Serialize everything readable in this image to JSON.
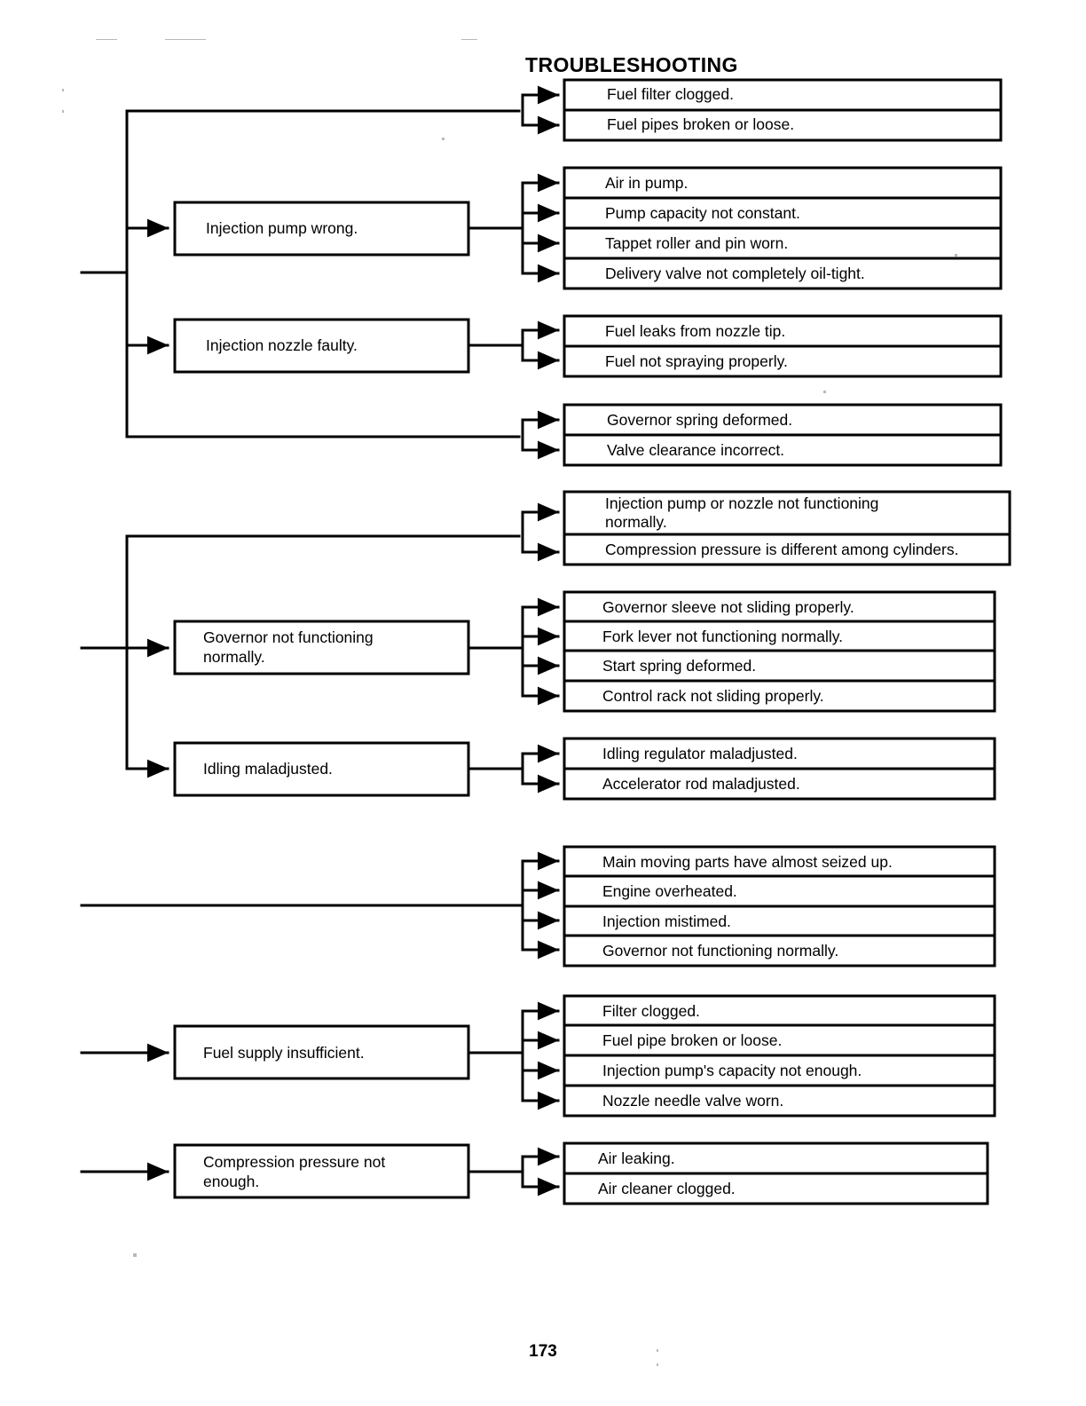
{
  "document": {
    "title": "TROUBLESHOOTING",
    "page_number": "173"
  },
  "diagram": {
    "type": "troubleshooting-flow",
    "groups": [
      {
        "id": "group-1",
        "cause_label": null,
        "items": [
          "Fuel filter clogged.",
          "Fuel pipes broken or loose."
        ]
      },
      {
        "id": "group-2",
        "cause_label": "Injection pump wrong.",
        "items": [
          "Air in pump.",
          "Pump capacity not constant.",
          "Tappet roller and pin worn.",
          "Delivery valve not completely oil-tight."
        ]
      },
      {
        "id": "group-3",
        "cause_label": "Injection nozzle faulty.",
        "items": [
          "Fuel leaks from nozzle tip.",
          "Fuel not spraying properly."
        ]
      },
      {
        "id": "group-4",
        "cause_label": null,
        "items": [
          "Governor spring deformed.",
          "Valve clearance incorrect."
        ]
      },
      {
        "id": "group-5",
        "cause_label": null,
        "items": [
          "Injection pump or nozzle not functioning normally.",
          "Compression pressure is different among cylinders."
        ]
      },
      {
        "id": "group-6",
        "cause_label": "Governor not functioning normally.",
        "items": [
          "Governor sleeve not sliding properly.",
          "Fork lever not functioning normally.",
          "Start spring deformed.",
          "Control rack not sliding properly."
        ]
      },
      {
        "id": "group-7",
        "cause_label": "Idling maladjusted.",
        "items": [
          "Idling regulator maladjusted.",
          "Accelerator rod maladjusted."
        ]
      },
      {
        "id": "group-8",
        "cause_label": null,
        "items": [
          "Main moving parts have almost seized up.",
          "Engine overheated.",
          "Injection mistimed.",
          "Governor not functioning normally."
        ]
      },
      {
        "id": "group-9",
        "cause_label": "Fuel supply insufficient.",
        "items": [
          "Filter clogged.",
          "Fuel pipe broken or loose.",
          "Injection pump's capacity not enough.",
          "Nozzle needle valve worn."
        ]
      },
      {
        "id": "group-10",
        "cause_label": "Compression pressure not enough.",
        "items": [
          "Air leaking.",
          "Air cleaner clogged."
        ]
      }
    ]
  },
  "text": {
    "g1_i0": "Fuel filter clogged.",
    "g1_i1": "Fuel pipes broken or loose.",
    "g2_cause": "Injection pump wrong.",
    "g2_i0": "Air in pump.",
    "g2_i1": "Pump capacity not constant.",
    "g2_i2": "Tappet roller and pin worn.",
    "g2_i3": "Delivery valve not completely oil-tight.",
    "g3_cause": "Injection nozzle faulty.",
    "g3_i0": "Fuel leaks from nozzle tip.",
    "g3_i1": "Fuel not spraying properly.",
    "g4_i0": "Governor spring deformed.",
    "g4_i1": "Valve clearance incorrect.",
    "g5_i0a": "Injection pump or nozzle not functioning",
    "g5_i0b": "normally.",
    "g5_i1": "Compression pressure is different among cylinders.",
    "g6_cause_a": "Governor not functioning",
    "g6_cause_b": "normally.",
    "g6_i0": "Governor sleeve not sliding properly.",
    "g6_i1": "Fork lever not functioning normally.",
    "g6_i2": "Start spring deformed.",
    "g6_i3": "Control rack not sliding properly.",
    "g7_cause": "Idling maladjusted.",
    "g7_i0": "Idling regulator maladjusted.",
    "g7_i1": "Accelerator rod maladjusted.",
    "g8_i0": "Main moving parts have almost seized up.",
    "g8_i1": "Engine overheated.",
    "g8_i2": "Injection mistimed.",
    "g8_i3": "Governor not functioning normally.",
    "g9_cause": "Fuel supply insufficient.",
    "g9_i0": "Filter clogged.",
    "g9_i1": "Fuel pipe broken or loose.",
    "g9_i2": "Injection pump's capacity not enough.",
    "g9_i3": "Nozzle needle valve worn.",
    "g10_cause_a": "Compression pressure not",
    "g10_cause_b": "enough.",
    "g10_i0": "Air leaking.",
    "g10_i1": "Air cleaner clogged."
  }
}
